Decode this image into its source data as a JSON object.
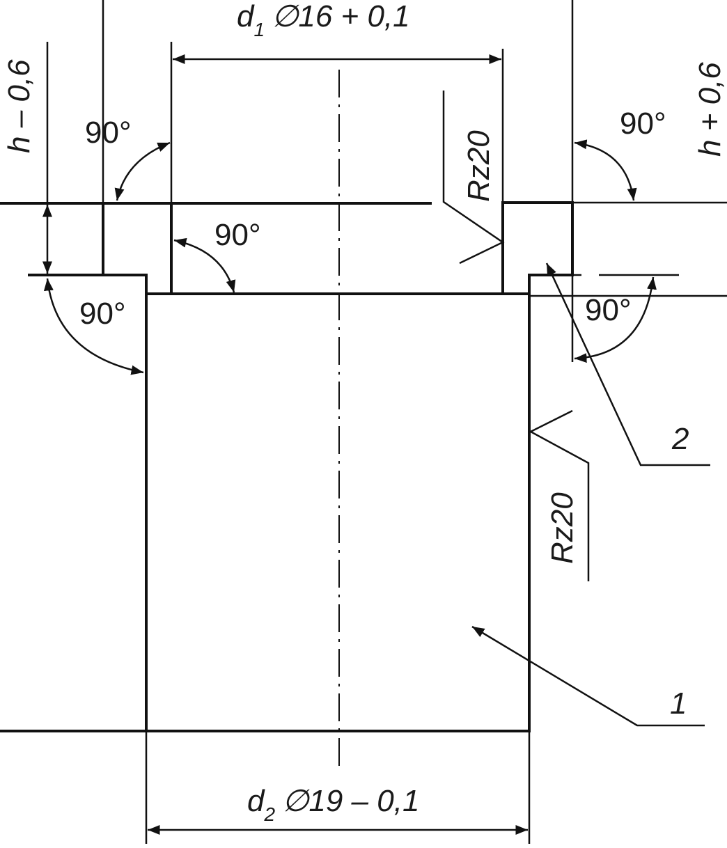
{
  "drawing": {
    "dim_d1": {
      "symbol": "d",
      "subscript": "1",
      "value": "∅16 + 0,1"
    },
    "dim_d2": {
      "symbol": "d",
      "subscript": "2",
      "value": "∅19 – 0,1"
    },
    "dim_h_left": "h – 0,6",
    "dim_h_right": "h + 0,6",
    "angles": [
      "90°",
      "90°",
      "90°",
      "90°",
      "90°"
    ],
    "roughness_top": "Rz20",
    "roughness_right": "Rz20",
    "part_labels": [
      "1",
      "2"
    ]
  }
}
